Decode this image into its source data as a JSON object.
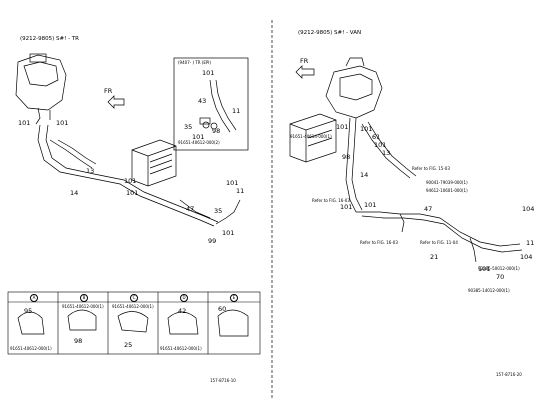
{
  "left": {
    "header": "(9212-9805) S#! - TR",
    "fr": "FR",
    "inset_header": "(9407- ) TR (EPI)",
    "inset_labels": [
      "101",
      "43",
      "11",
      "35",
      "98",
      "101"
    ],
    "inset_part": "91651-40612-000(2)",
    "labels": [
      "101",
      "101",
      "13",
      "14",
      "101",
      "101",
      "47",
      "35",
      "99",
      "101",
      "101",
      "11"
    ],
    "doc_number": "157-8716-10",
    "legend": [
      {
        "mark": "A",
        "num": "95",
        "part": "91651-40612-000(1)"
      },
      {
        "mark": "B",
        "num": "98",
        "part": "91651-40612-000(1)"
      },
      {
        "mark": "C",
        "num": "25",
        "part": "91651-40612-000(1)"
      },
      {
        "mark": "D",
        "num": "42",
        "part": "91651-40612-000(1)"
      },
      {
        "mark": "E",
        "num": "60",
        "part": ""
      }
    ]
  },
  "right": {
    "header": "(9212-9805) S#! - VAN",
    "fr": "FR",
    "labels": [
      "101",
      "101",
      "61",
      "101",
      "13",
      "98",
      "14",
      "101",
      "101",
      "47",
      "21",
      "101",
      "70",
      "104",
      "104",
      "11"
    ],
    "part_refs": [
      "91651-40614-000(1)",
      "90041-79039-000(1)",
      "94612-10601-000(1)",
      "92285-50012-000(1)",
      "90385-14012-000(1)"
    ],
    "refer_notes": [
      "Refer to FIG. 15-03",
      "Refer to FIG. 16-03",
      "Refer to FIG. 16-03",
      "Refer to FIG. 11-04"
    ],
    "doc_number": "157-8716-20"
  }
}
